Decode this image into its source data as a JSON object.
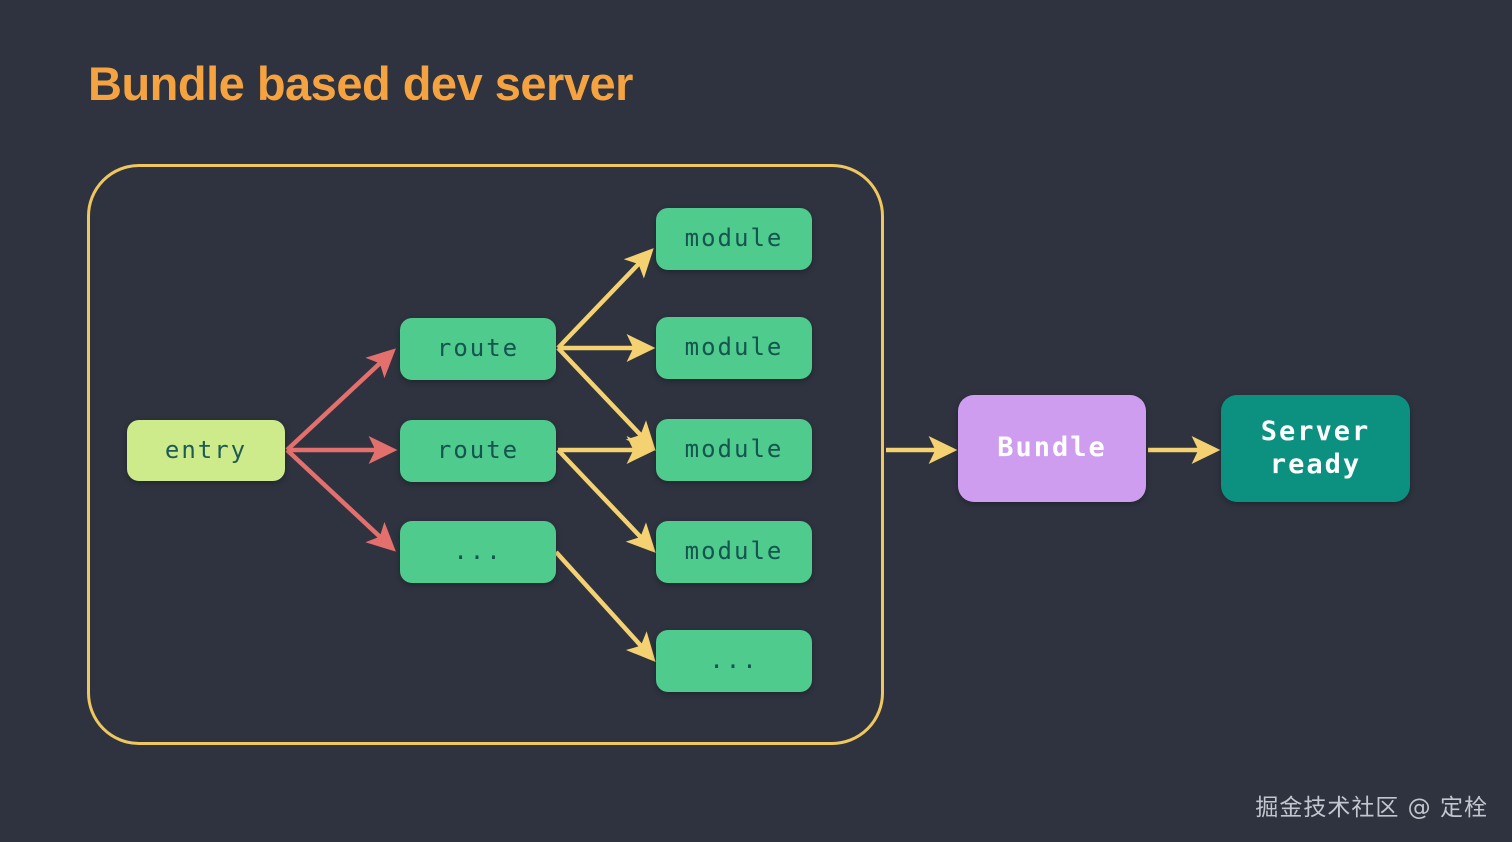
{
  "slide": {
    "title": "Bundle based dev server",
    "title_color": "#f5a340",
    "background_color": "#2e333f",
    "watermark": "掘金技术社区 @ 定栓"
  },
  "group": {
    "label": "bundle-scope",
    "border_color": "#efc75e"
  },
  "palette": {
    "entry_fill": "#cdeb8b",
    "node_fill": "#4ecb8d",
    "node_text": "#15544f",
    "bundle_fill": "#ce9df0",
    "server_fill": "#0c9080",
    "red_arrow": "#e4706e",
    "yellow_arrow": "#f5d271",
    "white_text": "#ffffff"
  },
  "nodes": {
    "entry": {
      "label": "entry"
    },
    "routes": [
      {
        "label": "route"
      },
      {
        "label": "route"
      },
      {
        "label": "..."
      }
    ],
    "modules": [
      {
        "label": "module"
      },
      {
        "label": "module"
      },
      {
        "label": "module"
      },
      {
        "label": "module"
      },
      {
        "label": "..."
      }
    ],
    "bundle": {
      "label": "Bundle"
    },
    "server": {
      "label": "Server\nready"
    }
  },
  "edges": {
    "entry_to_routes": 3,
    "routes_to_modules": 5,
    "group_to_bundle": 1,
    "bundle_to_server": 1
  }
}
